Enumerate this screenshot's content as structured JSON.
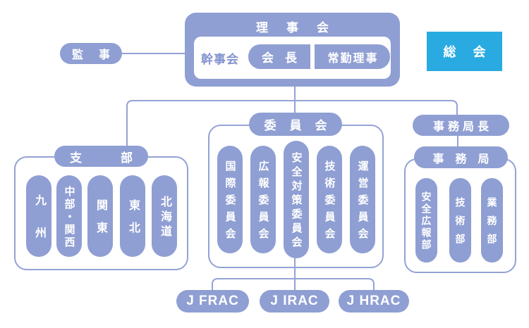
{
  "colors": {
    "accent": "#8F9FD3",
    "line": "#94A2D5",
    "cyan": "#29ABE2"
  },
  "auditor": {
    "label": "監事"
  },
  "board": {
    "title": "理事会",
    "secretariat_meeting": "幹事会",
    "chairman": "会長",
    "executive_directors": "常勤理事"
  },
  "general_assembly": {
    "label": "総会"
  },
  "branches": {
    "title": "支部",
    "items": [
      "九州",
      "中部・関西",
      "関東",
      "東北",
      "北海道"
    ]
  },
  "committees": {
    "title": "委員会",
    "items": [
      "国際委員会",
      "広報委員会",
      "安全対策委員会",
      "技術委員会",
      "運営委員会"
    ]
  },
  "secretariat": {
    "head": "事務局長",
    "title": "事務局",
    "departments": [
      "安全広報部",
      "技術部",
      "業務部"
    ]
  },
  "rac": {
    "items": [
      "J FRAC",
      "J IRAC",
      "J HRAC"
    ]
  }
}
